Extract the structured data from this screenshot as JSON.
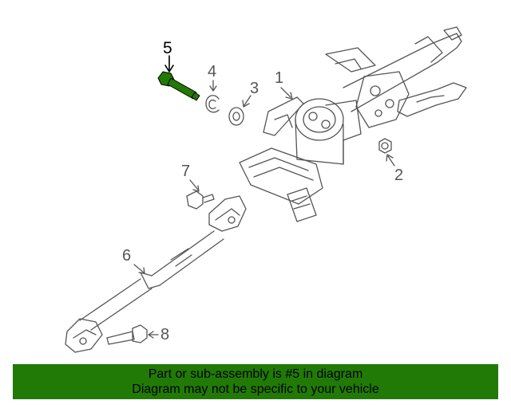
{
  "callouts": {
    "c1": "1",
    "c2": "2",
    "c3": "3",
    "c4": "4",
    "c5": "5",
    "c6": "6",
    "c7": "7",
    "c8": "8"
  },
  "highlight_color": "#217a06",
  "banner": {
    "line1": "Part or sub-assembly is #5 in diagram",
    "line2": "Diagram may not be specific to your vehicle"
  }
}
